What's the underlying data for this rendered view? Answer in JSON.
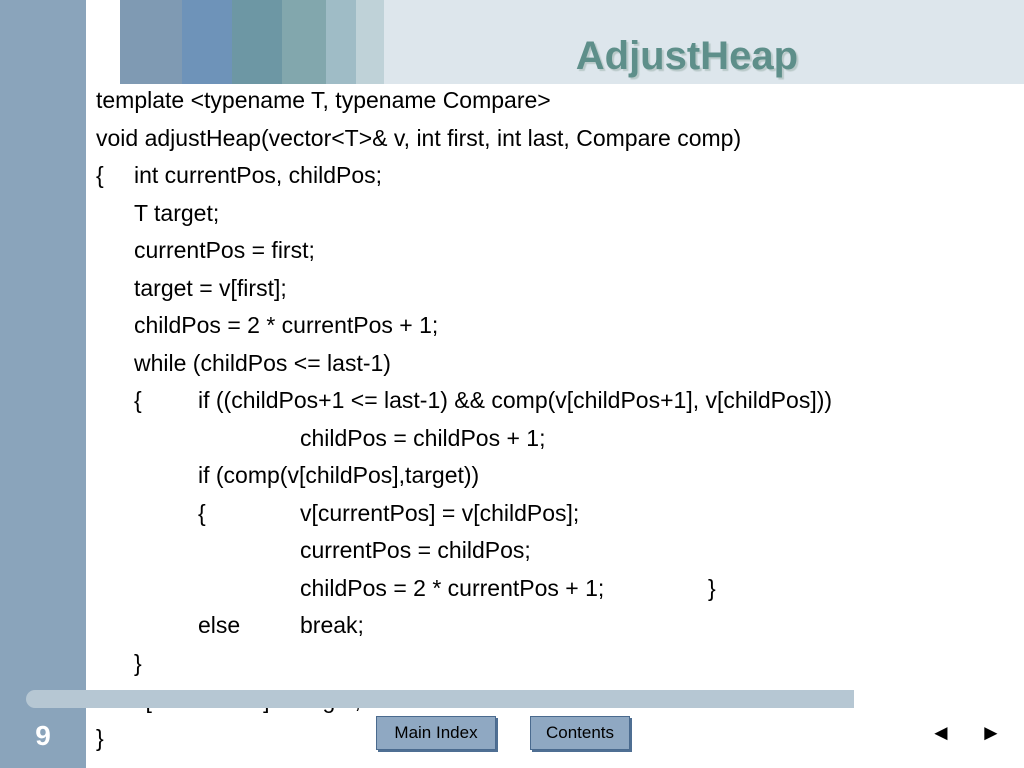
{
  "slide": {
    "title": "AdjustHeap",
    "page_number": "9",
    "code_lines": [
      [
        "template <typename T, typename Compare>"
      ],
      [
        "void adjustHeap(vector<T>& v, int first, int last, Compare comp)"
      ],
      [
        "{",
        "int currentPos, childPos;"
      ],
      [
        "",
        "T target;"
      ],
      [
        "",
        "currentPos = first;"
      ],
      [
        "",
        "target = v[first];"
      ],
      [
        "",
        "childPos = 2 * currentPos + 1;"
      ],
      [
        "",
        "while (childPos <= last-1)"
      ],
      [
        "",
        "{",
        "if ((childPos+1 <= last-1) && comp(v[childPos+1], v[childPos]))"
      ],
      [
        "",
        "",
        "",
        "childPos = childPos + 1;"
      ],
      [
        "",
        "",
        "if (comp(v[childPos],target))"
      ],
      [
        "",
        "",
        "{",
        "v[currentPos] = v[childPos];"
      ],
      [
        "",
        "",
        "",
        "currentPos = childPos;"
      ],
      [
        "",
        "",
        "",
        "childPos = 2 * currentPos + 1;",
        "}"
      ],
      [
        "",
        "",
        "else",
        "break;"
      ],
      [
        "",
        "}"
      ],
      [
        "",
        "v[currentPos] = target;"
      ],
      [
        "}"
      ]
    ]
  },
  "navigation": {
    "main_index_label": "Main Index",
    "contents_label": "Contents",
    "prev_arrow": "◄",
    "next_arrow": "►",
    "prev_icon": "left-triangle-icon",
    "next_icon": "right-triangle-icon"
  },
  "colors": {
    "title": "#5e8f8a",
    "left_bar": "#8aa4bb",
    "button": "#8fa8c2"
  }
}
